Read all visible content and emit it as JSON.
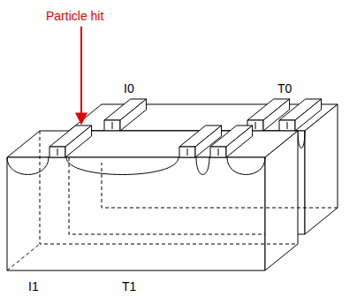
{
  "diagram": {
    "labels": [
      "Particle hit",
      "I0",
      "T0",
      "I1",
      "T1"
    ]
  }
}
